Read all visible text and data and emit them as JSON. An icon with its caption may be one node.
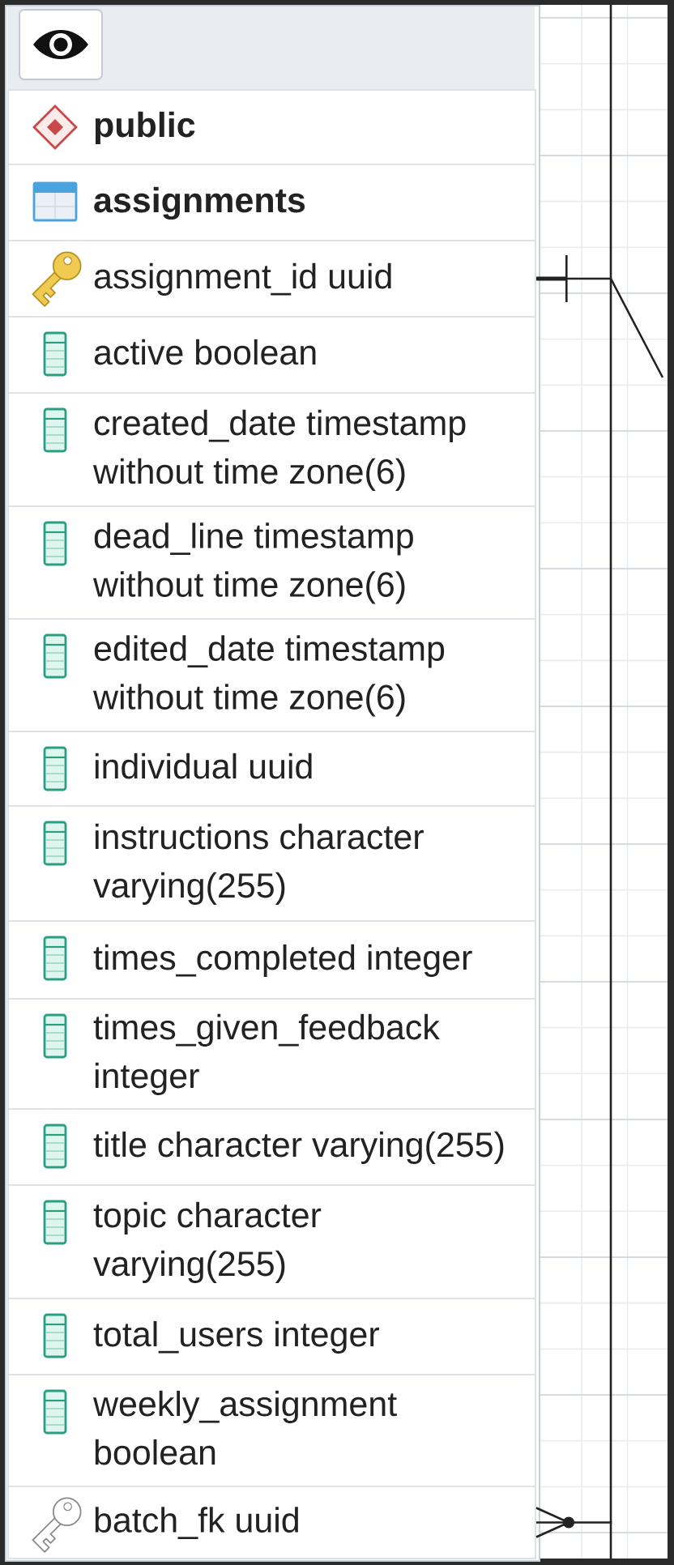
{
  "diagram": {
    "nodes": [
      {
        "text": [],
        "shape": "box"
      },
      {
        "text": [
          "public"
        ],
        "in": 0
      },
      {
        "text": [
          "assignments"
        ],
        "in": 0
      },
      {
        "text": [
          "assignment_id uuid"
        ],
        "in": 0
      },
      {
        "text": [
          "active boolean"
        ],
        "in": 0
      },
      {
        "text": [
          "created_date timestamp without time zone(6)"
        ],
        "in": 0
      },
      {
        "text": [
          "dead_line timestamp without time zone(6)"
        ],
        "in": 0
      },
      {
        "text": [
          "edited_date timestamp without time zone(6)"
        ],
        "in": 0
      },
      {
        "text": [
          "individual uuid"
        ],
        "in": 0
      },
      {
        "text": [
          "instructions character varying(255)"
        ],
        "in": 0
      },
      {
        "text": [
          "times_completed integer"
        ],
        "in": 0
      },
      {
        "text": [
          "times_given_feedback integer"
        ],
        "in": 0
      },
      {
        "text": [
          "title character varying(255)"
        ],
        "in": 0
      },
      {
        "text": [
          "topic character varying(255)"
        ],
        "in": 0
      },
      {
        "text": [
          "total_users integer"
        ],
        "in": 0
      },
      {
        "text": [
          "weekly_assignment boolean"
        ],
        "in": 0
      },
      {
        "text": [
          "batch_fk uuid"
        ],
        "in": 0
      }
    ],
    "edges": [
      {
        "from": 3,
        "to": null,
        "arrow": "other"
      },
      {
        "from": 16,
        "to": null,
        "arrow": "other"
      }
    ]
  }
}
